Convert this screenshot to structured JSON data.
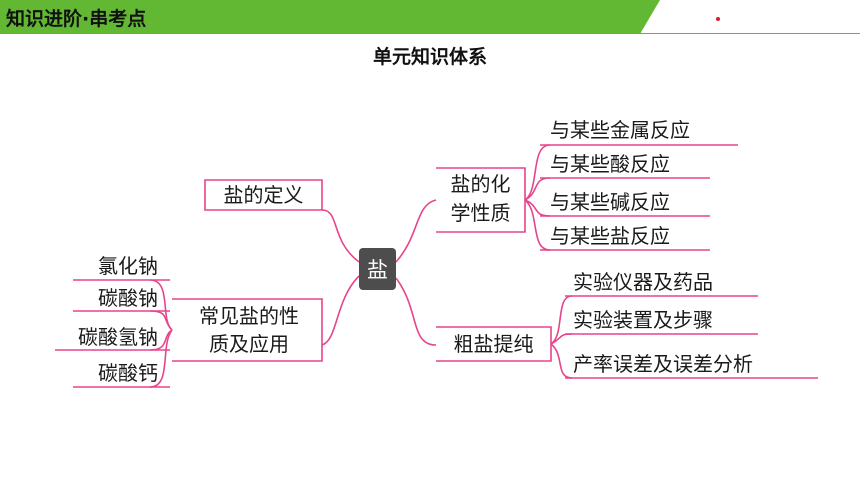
{
  "header": {
    "banner_text": "知识进阶·串考点"
  },
  "title": "单元知识体系",
  "mindmap": {
    "center": "盐",
    "definition": "盐的定义",
    "common_salts": {
      "line1": "常见盐的性",
      "line2": "质及应用",
      "items": [
        "氯化钠",
        "碳酸钠",
        "碳酸氢钠",
        "碳酸钙"
      ]
    },
    "chemical_properties": {
      "line1": "盐的化",
      "line2": "学性质",
      "items": [
        "与某些金属反应",
        "与某些酸反应",
        "与某些碱反应",
        "与某些盐反应"
      ]
    },
    "purification": {
      "label": "粗盐提纯",
      "items": [
        "实验仪器及药品",
        "实验装置及步骤",
        "产率误差及误差分析"
      ]
    }
  },
  "colors": {
    "banner_green": "#62b833",
    "branch_pink": "#e6448c",
    "center_box": "#4d4d4d"
  }
}
